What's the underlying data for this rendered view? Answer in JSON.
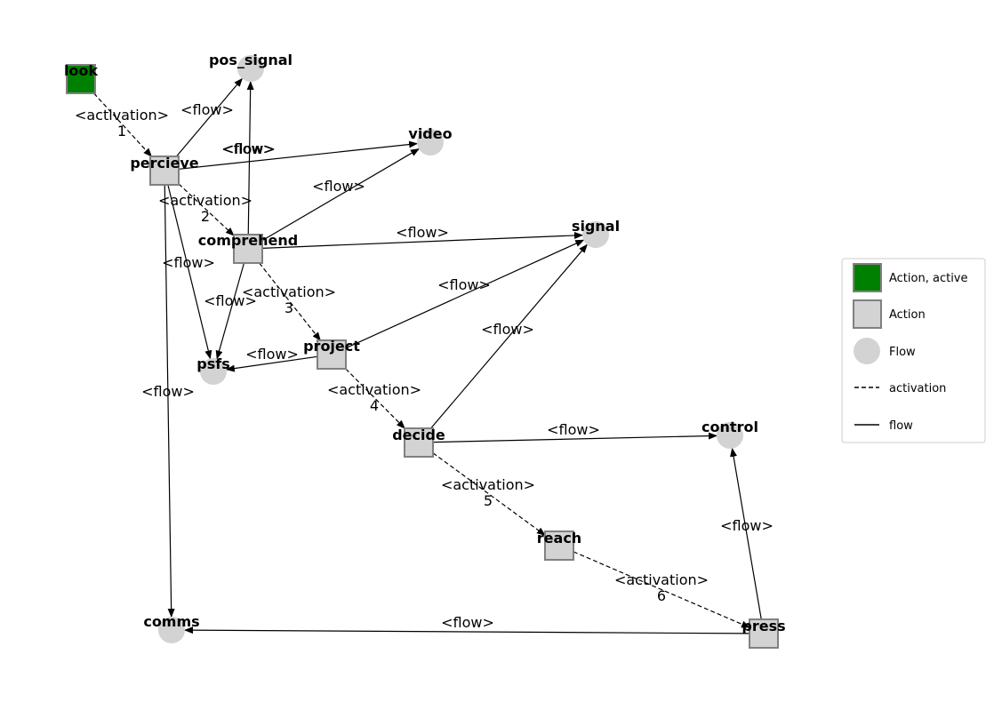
{
  "nodes": [
    {
      "id": "look",
      "label": "look",
      "kind": "action_active"
    },
    {
      "id": "pos_signal",
      "label": "pos_signal",
      "kind": "flow"
    },
    {
      "id": "percieve",
      "label": "percieve",
      "kind": "action"
    },
    {
      "id": "video",
      "label": "video",
      "kind": "flow"
    },
    {
      "id": "comprehend",
      "label": "comprehend",
      "kind": "action"
    },
    {
      "id": "signal",
      "label": "signal",
      "kind": "flow"
    },
    {
      "id": "project",
      "label": "project",
      "kind": "action"
    },
    {
      "id": "psfs",
      "label": "psfs",
      "kind": "flow"
    },
    {
      "id": "decide",
      "label": "decide",
      "kind": "action"
    },
    {
      "id": "control",
      "label": "control",
      "kind": "flow"
    },
    {
      "id": "reach",
      "label": "reach",
      "kind": "action"
    },
    {
      "id": "press",
      "label": "press",
      "kind": "action"
    },
    {
      "id": "comms",
      "label": "comms",
      "kind": "flow"
    }
  ],
  "edges": [
    {
      "from": "look",
      "to": "percieve",
      "type": "activation",
      "label": "<activation>",
      "order": "1"
    },
    {
      "from": "percieve",
      "to": "comprehend",
      "type": "activation",
      "label": "<activation>",
      "order": "2"
    },
    {
      "from": "comprehend",
      "to": "project",
      "type": "activation",
      "label": "<activation>",
      "order": "3"
    },
    {
      "from": "project",
      "to": "decide",
      "type": "activation",
      "label": "<activation>",
      "order": "4"
    },
    {
      "from": "decide",
      "to": "reach",
      "type": "activation",
      "label": "<activation>",
      "order": "5"
    },
    {
      "from": "reach",
      "to": "press",
      "type": "activation",
      "label": "<activation>",
      "order": "6"
    },
    {
      "from": "percieve",
      "to": "pos_signal",
      "type": "flow",
      "label": "<flow>"
    },
    {
      "from": "percieve",
      "to": "video",
      "type": "flow",
      "label": "<flow>"
    },
    {
      "from": "percieve",
      "to": "psfs",
      "type": "flow",
      "label": "<flow>"
    },
    {
      "from": "percieve",
      "to": "comms",
      "type": "flow",
      "label": "<flow>"
    },
    {
      "from": "comprehend",
      "to": "pos_signal",
      "type": "flow",
      "label": "<flow>"
    },
    {
      "from": "comprehend",
      "to": "video",
      "type": "flow",
      "label": "<flow>"
    },
    {
      "from": "comprehend",
      "to": "signal",
      "type": "flow",
      "label": "<flow>"
    },
    {
      "from": "comprehend",
      "to": "psfs",
      "type": "flow",
      "label": "<flow>"
    },
    {
      "from": "project",
      "to": "signal",
      "type": "flow",
      "label": "<flow>"
    },
    {
      "from": "project",
      "to": "psfs",
      "type": "flow",
      "label": "<flow>"
    },
    {
      "from": "decide",
      "to": "signal",
      "type": "flow",
      "label": "<flow>"
    },
    {
      "from": "decide",
      "to": "control",
      "type": "flow",
      "label": "<flow>"
    },
    {
      "from": "press",
      "to": "control",
      "type": "flow",
      "label": "<flow>"
    },
    {
      "from": "press",
      "to": "comms",
      "type": "flow",
      "label": "<flow>"
    }
  ],
  "legend": {
    "items": [
      {
        "kind": "action_active",
        "label": "Action, active"
      },
      {
        "kind": "action",
        "label": "Action"
      },
      {
        "kind": "flow",
        "label": "Flow"
      },
      {
        "kind": "activation_line",
        "label": "activation"
      },
      {
        "kind": "flow_line",
        "label": "flow"
      }
    ]
  },
  "colors": {
    "action_active_fill": "#008000",
    "action_fill": "#d3d3d3",
    "node_stroke": "#808080",
    "flow_fill": "#d3d3d3",
    "edge": "#000000",
    "legend_border": "#cccccc"
  }
}
